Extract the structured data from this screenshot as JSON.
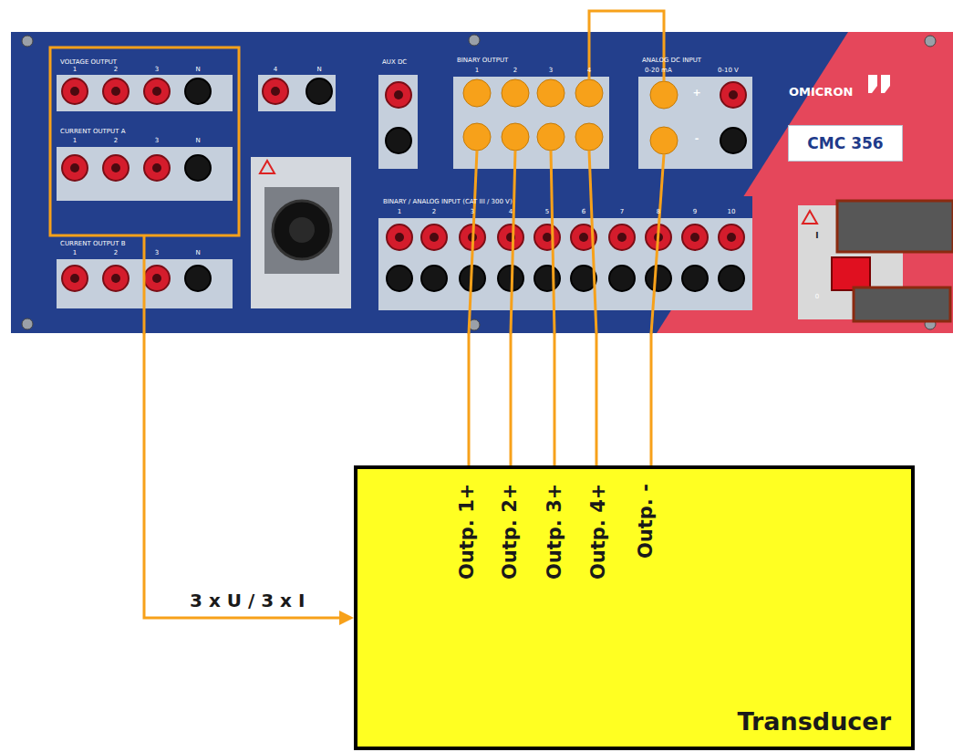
{
  "diagram": {
    "nodes": [
      {
        "text": [
          "OMICRON"
        ]
      },
      {
        "text": [
          "CMC 356"
        ],
        "in": 0
      },
      {
        "text": [
          "Transducer"
        ]
      }
    ],
    "edges": [
      {
        "from": 0,
        "to": 2,
        "arrow": "to",
        "label": "3 x U / 3 x I"
      },
      {
        "from": 0,
        "to": 2,
        "arrow": "none"
      },
      {
        "from": 0,
        "to": 2,
        "arrow": "none"
      },
      {
        "from": 0,
        "to": 2,
        "arrow": "none"
      },
      {
        "from": 0,
        "to": 2,
        "arrow": "none"
      },
      {
        "from": 0,
        "to": 2,
        "arrow": "none"
      }
    ],
    "labels": [
      "VOLTAGE OUTPUT",
      "1",
      "2",
      "3",
      "N",
      "4",
      "N",
      "CURRENT OUTPUT A",
      "1",
      "2",
      "3",
      "N",
      "CURRENT OUTPUT B",
      "1",
      "2",
      "3",
      "N",
      "AUX DC",
      "BINARY OUTPUT",
      "1",
      "2",
      "3",
      "4",
      "ANALOG DC INPUT",
      "0-20 mA",
      "0-10 V",
      "+",
      "-",
      "BINARY / ANALOG INPUT (CAT III / 300 V)",
      "1",
      "2",
      "3",
      "4",
      "5",
      "6",
      "7",
      "8",
      "9",
      "10",
      "I",
      "0",
      "Outp. 1+",
      "Outp. 2+",
      "Outp. 3+",
      "Outp. 4+",
      "Outp. -"
    ]
  }
}
